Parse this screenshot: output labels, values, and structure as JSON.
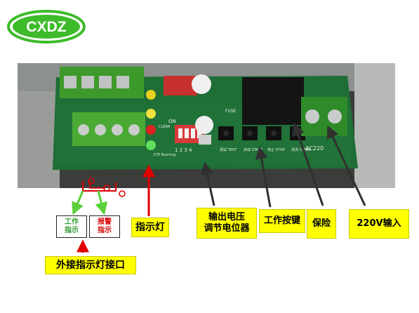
{
  "logo": {
    "text": "CXDZ",
    "color": "#3dbb2a"
  },
  "photo": {
    "board_color": "#1f6e36",
    "pcb_labels": {
      "switch": "ON",
      "switch_sub": "CLEAR",
      "switch_numbers": "1 2 3 4",
      "running": "工作 Running",
      "test": "调试 TEST",
      "start": "启动 START",
      "stop": "停止 STOP",
      "clear": "清洗 CLEAR",
      "voltage": "AC220",
      "fuse": "FUSE"
    }
  },
  "callouts": {
    "work_indicator": "工作\n指示",
    "alarm_indicator": "报警\n指示",
    "external_port": "外接指示灯接口",
    "indicator_light": "指示灯",
    "voltage_pot": "输出电压\n调节电位器",
    "work_button": "工作按键",
    "fuse": "保险",
    "input_220v": "220V输入"
  },
  "colors": {
    "callout_bg": "#ffff00",
    "arrow_red": "#e00000",
    "arrow_green": "#5ad03a",
    "arrow_dark": "#303030",
    "work_text": "#2e9a2e",
    "alarm_text": "#d40000"
  }
}
